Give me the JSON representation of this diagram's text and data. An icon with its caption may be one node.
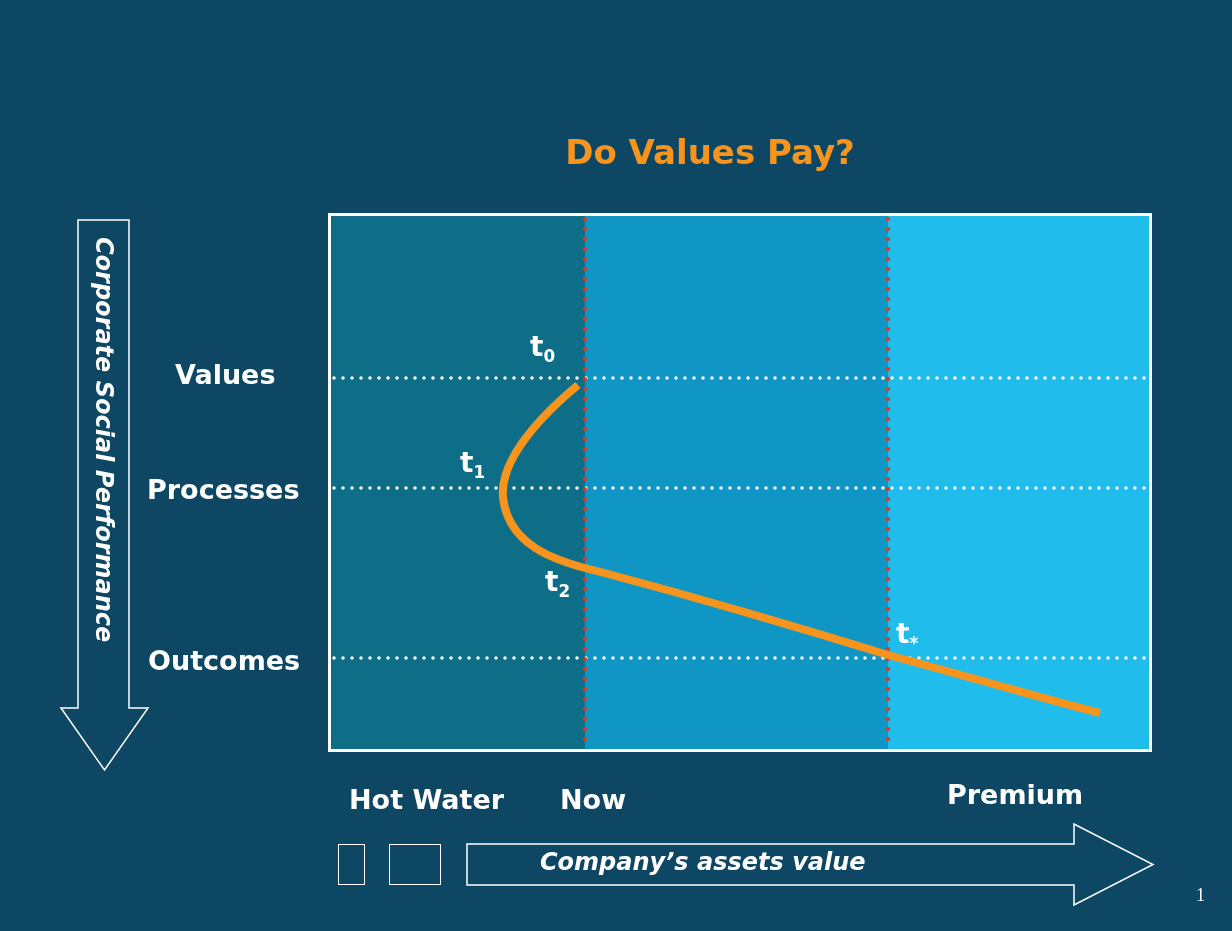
{
  "diagram": {
    "title": "Do Values Pay?",
    "nodes": [
      {
        "text": [
          "Corporate Social Performance"
        ]
      },
      {
        "text": [],
        "shape": "box"
      },
      {
        "text": [],
        "shape": "box"
      },
      {
        "text": [
          "Company’s assets value"
        ]
      }
    ],
    "edges": [],
    "labels": [
      "t$_{0}$",
      "Values",
      "t$_{1}$",
      "Processes",
      "t$_{2}$",
      "t$_{*}$",
      "Outcomes",
      "Hot Water",
      "Now",
      "Premium",
      "1"
    ]
  }
}
